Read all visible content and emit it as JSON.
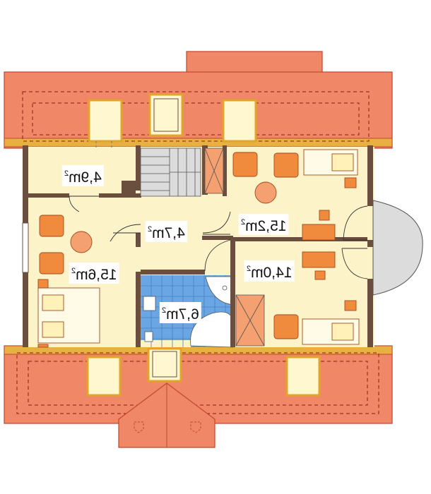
{
  "colors": {
    "roof": "#f08868",
    "roof_edge": "#c04830",
    "floor": "#fdf3c8",
    "wall": "#6a4e3e",
    "bathroom_tile": "#6aa6e4",
    "furniture": "#f08a3c",
    "dormer_frame": "#e2a52a",
    "dormer_fill": "#fff7d0",
    "stair": "#dcdcdc",
    "dash": "#8a1a14"
  },
  "rooms": [
    {
      "id": "hall-small",
      "area": "4,9m",
      "unit_power": "2"
    },
    {
      "id": "bedroom-left",
      "area": "15,6m",
      "unit_power": "2"
    },
    {
      "id": "landing",
      "area": "4,7m",
      "unit_power": "2"
    },
    {
      "id": "bathroom",
      "area": "6,7m",
      "unit_power": "2"
    },
    {
      "id": "bedroom-top-right",
      "area": "15,2m",
      "unit_power": "2"
    },
    {
      "id": "bedroom-bottom-right",
      "area": "14,0m",
      "unit_power": "2"
    }
  ]
}
